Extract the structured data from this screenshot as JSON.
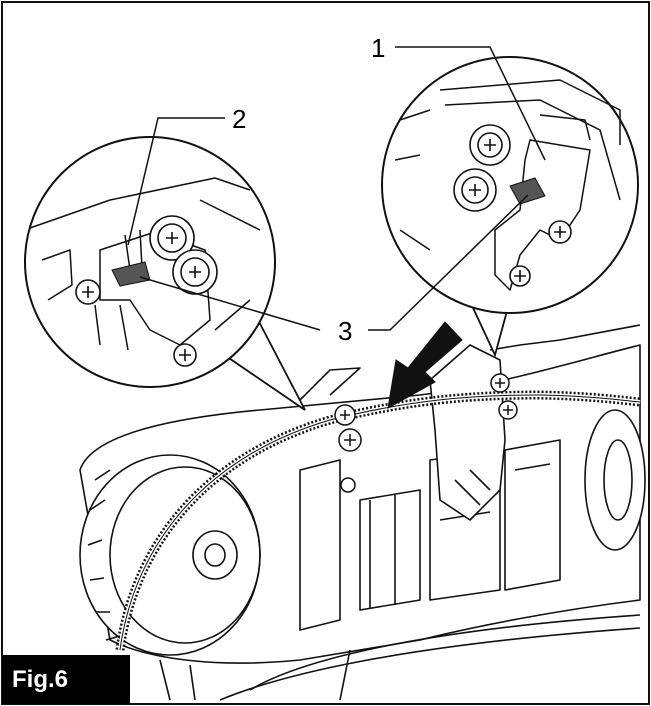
{
  "figure": {
    "label": "Fig.6",
    "callouts": [
      "1",
      "2",
      "3"
    ],
    "colors": {
      "line": "#111111",
      "background": "#ffffff",
      "tab": "#555555",
      "label_bg": "#000000",
      "label_text": "#ffffff"
    }
  }
}
